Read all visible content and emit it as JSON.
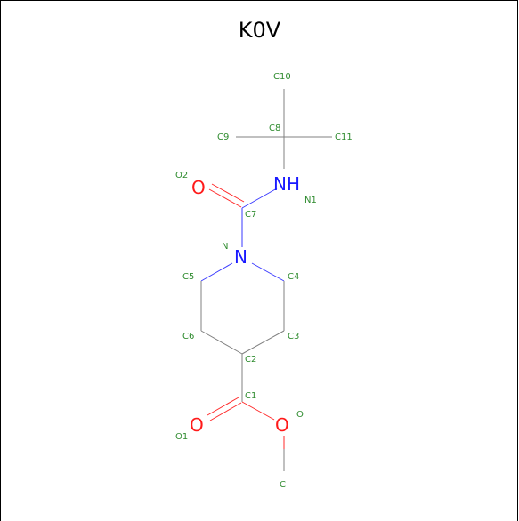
{
  "title": "K0V",
  "atom_labels": {
    "C10": "C10",
    "C8": "C8",
    "C9": "C9",
    "C11": "C11",
    "O2": "O2",
    "N1": "N1",
    "C7": "C7",
    "N": "N",
    "C5": "C5",
    "C4": "C4",
    "C6": "C6",
    "C3": "C3",
    "C2": "C2",
    "C1": "C1",
    "O1": "O1",
    "O": "O",
    "C": "C"
  },
  "atom_symbols": {
    "NH": "NH",
    "N": "N",
    "O2": "O",
    "O1": "O",
    "O": "O"
  },
  "colors": {
    "carbon_bond": "#808080",
    "nitrogen": "#1a1aff",
    "oxygen": "#ff1a1a",
    "label": "#2e8b2e"
  }
}
